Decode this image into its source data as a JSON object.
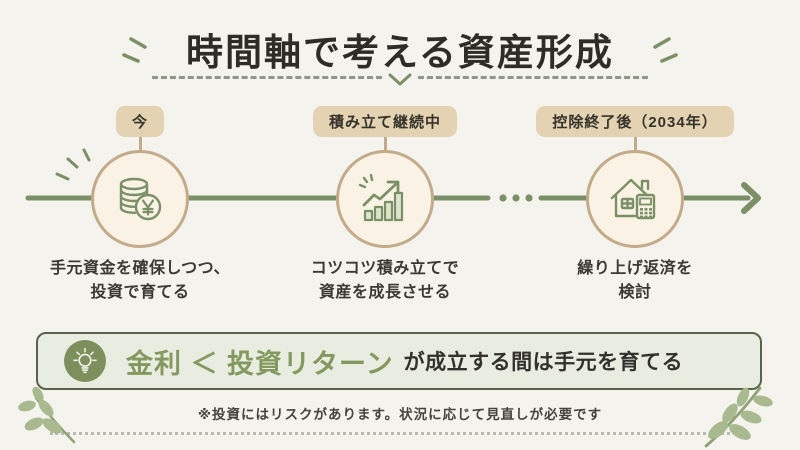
{
  "page": {
    "title": "時間軸で考える資産形成",
    "background_color": "#f4f3ed"
  },
  "timeline": {
    "steps": [
      {
        "label": "今",
        "icon": "yen-coins-icon",
        "desc1": "手元資金を確保しつつ、",
        "desc2": "投資で育てる"
      },
      {
        "label": "積み立て継続中",
        "icon": "growth-chart-icon",
        "desc1": "コツコツ積み立てで",
        "desc2": "資産を成長させる"
      },
      {
        "label": "控除終了後（2034年）",
        "icon": "house-calculator-icon",
        "desc1": "繰り上げ返済を",
        "desc2": "検討"
      }
    ]
  },
  "banner": {
    "icon": "lightbulb-icon",
    "highlight": "金利 ＜ 投資リターン",
    "rest": "が成立する間は手元を育てる"
  },
  "footer": {
    "disclaimer": "※投資にはリスクがあります。状況に応じて見直しが必要です"
  },
  "colors": {
    "accent_green": "#7b9066",
    "icon_green": "#7b9066",
    "banner_border": "#57644a",
    "banner_fill": "#e9ece0",
    "banner_highlight_text": "#84995f",
    "bulb_circle": "#7e8f5e",
    "pill_fill": "#e4d3b3",
    "circle_border": "#c3ab89",
    "circle_fill": "#faf3e5",
    "leaf": "#a9ba90",
    "title_text": "#2d2c29"
  }
}
